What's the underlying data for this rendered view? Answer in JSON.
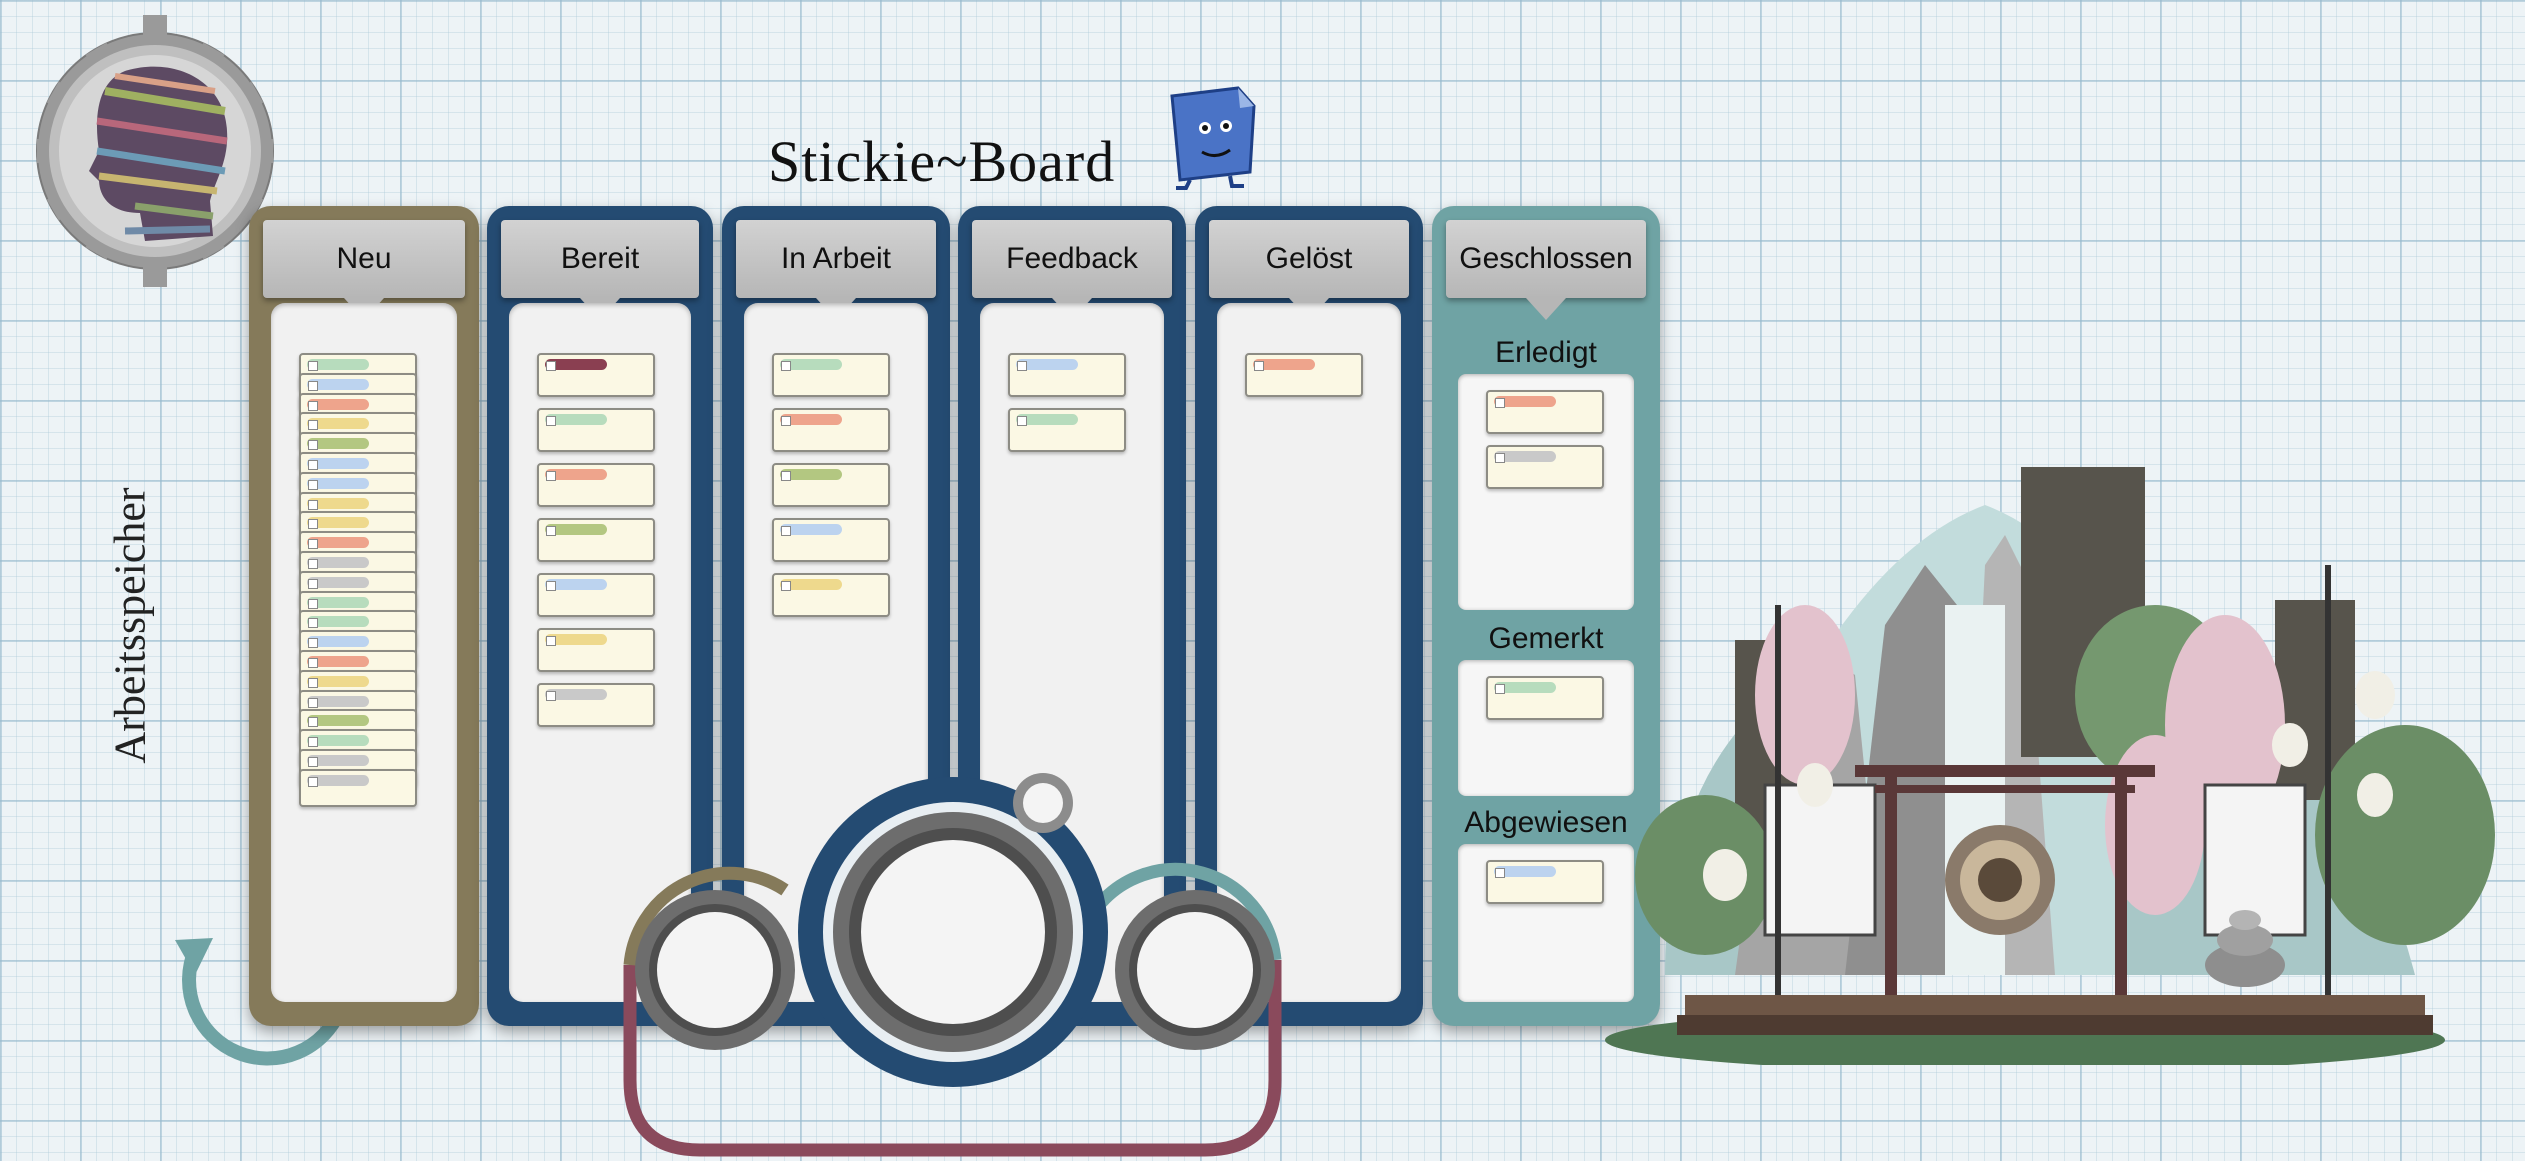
{
  "title": "Stickie~Board",
  "side_label": "Arbeitsspeicher",
  "colors": {
    "olive": "#857a5a",
    "navy": "#244b72",
    "teal": "#6fa3a4",
    "maroon": "#8a4a5c",
    "tag_green": "#b7dcbd",
    "tag_blue": "#bcd3ef",
    "tag_salmon": "#eea48c",
    "tag_yellow": "#eed98d",
    "tag_olive": "#b3c781",
    "tag_gray": "#c9c9c9",
    "tag_maroon": "#8a3f51"
  },
  "columns": [
    {
      "label": "Neu",
      "cards": [
        "green",
        "blue",
        "salmon",
        "yellow",
        "olive",
        "blue",
        "blue",
        "yellow",
        "yellow",
        "salmon",
        "gray",
        "gray",
        "green",
        "green",
        "blue",
        "salmon",
        "yellow",
        "gray",
        "olive",
        "green",
        "gray",
        "gray"
      ]
    },
    {
      "label": "Bereit",
      "cards": [
        "maroon",
        "green",
        "salmon",
        "olive",
        "blue",
        "yellow",
        "gray"
      ]
    },
    {
      "label": "In Arbeit",
      "cards": [
        "green",
        "salmon",
        "olive",
        "blue",
        "yellow"
      ]
    },
    {
      "label": "Feedback",
      "cards": [
        "blue",
        "green"
      ]
    },
    {
      "label": "Gelöst",
      "cards": [
        "salmon"
      ]
    }
  ],
  "closed": {
    "label": "Geschlossen",
    "sections": [
      {
        "label": "Erledigt",
        "cards": [
          "salmon",
          "gray"
        ]
      },
      {
        "label": "Gemerkt",
        "cards": [
          "green"
        ]
      },
      {
        "label": "Abgewiesen",
        "cards": [
          "blue"
        ]
      }
    ]
  },
  "icons": {
    "head": "head-gear-icon",
    "mascot": "sticky-note-mascot-icon",
    "gears": "gear-cluster-icon",
    "cycle": "cycle-arrow-icon",
    "garden": "zen-garden-illustration"
  }
}
